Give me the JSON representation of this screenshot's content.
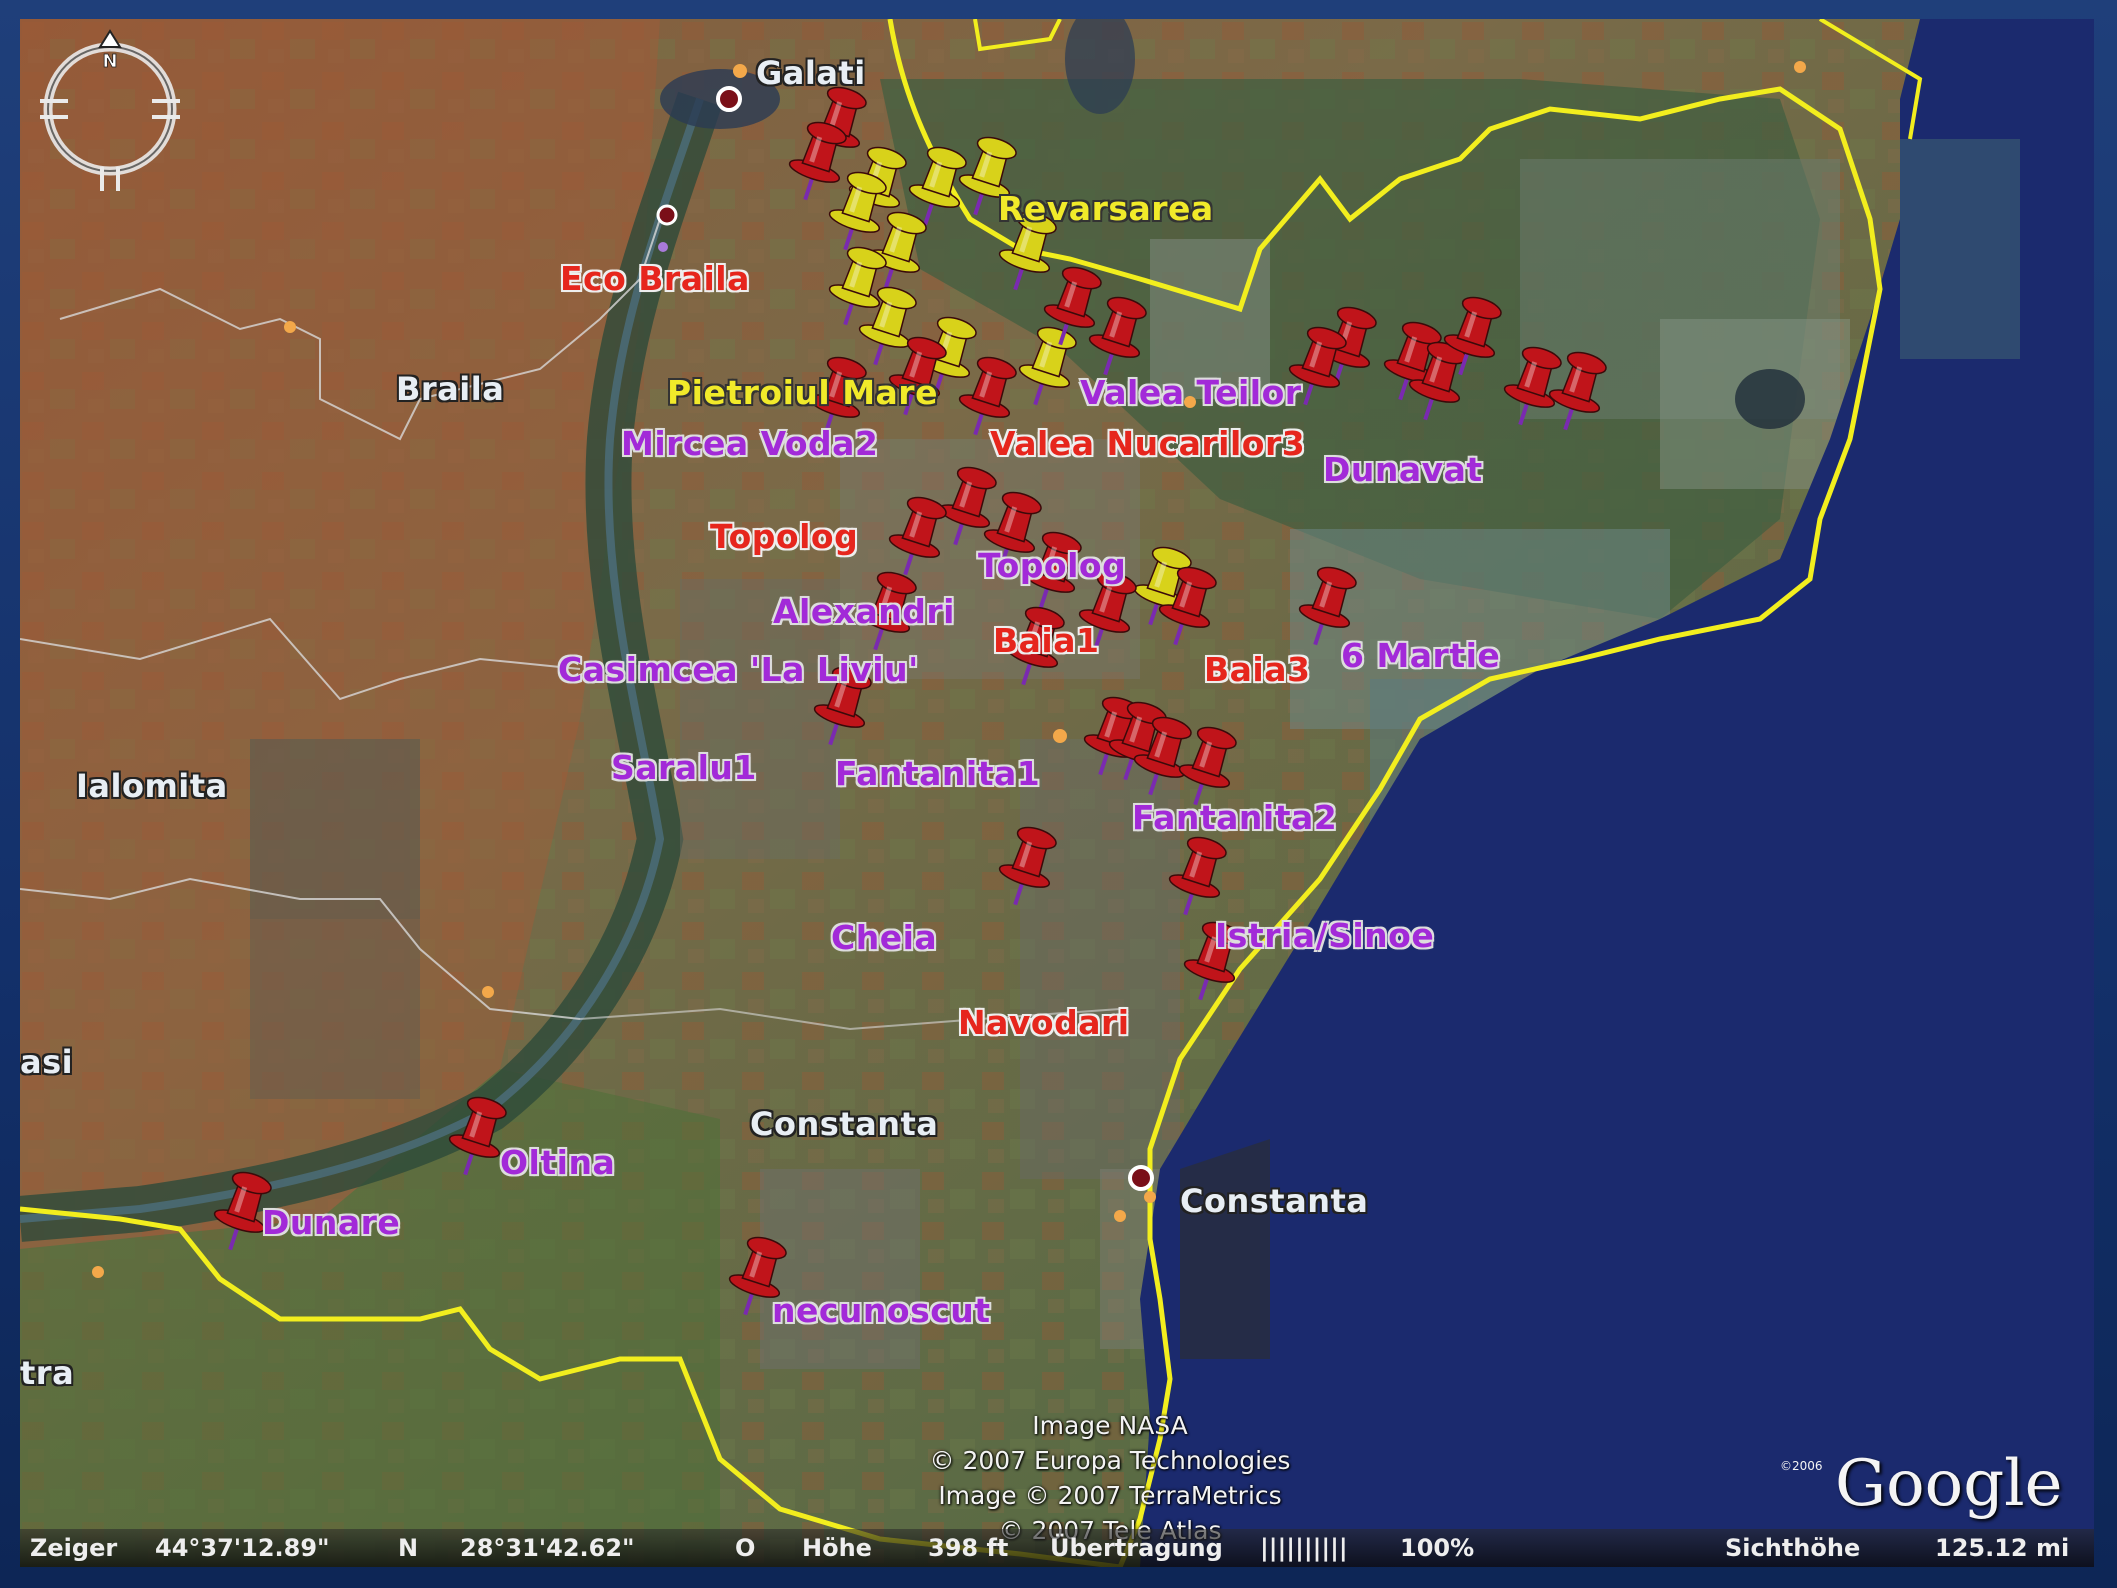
{
  "cities": [
    {
      "id": "galati",
      "text": "Galati"
    },
    {
      "id": "braila",
      "text": "Braila"
    },
    {
      "id": "ialomita",
      "text": "Ialomita"
    },
    {
      "id": "constanta_county",
      "text": "Constanta"
    },
    {
      "id": "constanta_city",
      "text": "Constanta"
    },
    {
      "id": "asi",
      "text": "asi"
    },
    {
      "id": "tra",
      "text": "tra"
    }
  ],
  "placemarks": [
    {
      "id": "revarsarea",
      "text": "Revarsarea",
      "color": "yellow"
    },
    {
      "id": "eco_braila",
      "text": "Eco Braila",
      "color": "red"
    },
    {
      "id": "pietroiul_mare",
      "text": "Pietroiul Mare",
      "color": "yellow"
    },
    {
      "id": "mircea_voda2",
      "text": "Mircea Voda2",
      "color": "purple"
    },
    {
      "id": "valea_nucarilor3",
      "text": "Valea Nucarilor3",
      "color": "red"
    },
    {
      "id": "valea_teilor",
      "text": "Valea Teilor",
      "color": "purple"
    },
    {
      "id": "dunavat",
      "text": "Dunavat",
      "color": "purple"
    },
    {
      "id": "topolog_red",
      "text": "Topolog",
      "color": "red"
    },
    {
      "id": "topolog_purple",
      "text": "Topolog",
      "color": "purple"
    },
    {
      "id": "alexandri",
      "text": "Alexandri",
      "color": "purple"
    },
    {
      "id": "baia1",
      "text": "Baia1",
      "color": "red"
    },
    {
      "id": "baia3",
      "text": "Baia3",
      "color": "red"
    },
    {
      "id": "6_martie",
      "text": "6 Martie",
      "color": "purple"
    },
    {
      "id": "casimcea",
      "text": "Casimcea 'La Liviu'",
      "color": "purple"
    },
    {
      "id": "saralu1",
      "text": "Saralu1",
      "color": "purple"
    },
    {
      "id": "fantanita1",
      "text": "Fantanita1",
      "color": "purple"
    },
    {
      "id": "fantanita2",
      "text": "Fantanita2",
      "color": "purple"
    },
    {
      "id": "cheia",
      "text": "Cheia",
      "color": "purple"
    },
    {
      "id": "istria_sinoe",
      "text": "Istria/Sinoe",
      "color": "purple"
    },
    {
      "id": "navodari",
      "text": "Navodari",
      "color": "red"
    },
    {
      "id": "oltina",
      "text": "Oltina",
      "color": "purple"
    },
    {
      "id": "dunare",
      "text": "Dunare",
      "color": "purple"
    },
    {
      "id": "necunoscut",
      "text": "necunoscut",
      "color": "purple"
    }
  ],
  "credits": [
    "Image NASA",
    "© 2007 Europa Technologies",
    "Image © 2007 TerraMetrics",
    "© 2007 Tele Atlas"
  ],
  "logo": {
    "text": "Google",
    "sup": "©2006"
  },
  "compass": {
    "north": "N"
  },
  "status": {
    "pointer_label": "Zeiger",
    "lat": "44°37'12.89\"",
    "lat_dir": "N",
    "lon": "28°31'42.62\"",
    "lon_dir": "O",
    "elev_label": "Höhe",
    "elev": "398 ft",
    "stream_label": "Übertragung",
    "stream_bar": "||||||||||",
    "stream_pct": "100%",
    "eye_label": "Sichthöhe",
    "eye": "125.12 mi"
  },
  "colors": {
    "pin_red": "#c0141a",
    "pin_yellow": "#d8d21a",
    "label_purple": "#a22ad8",
    "label_red": "#e6261d",
    "label_yellow": "#f1ea2a",
    "border_yellow": "#f2ee1e",
    "sea": "#1b2a6e"
  }
}
